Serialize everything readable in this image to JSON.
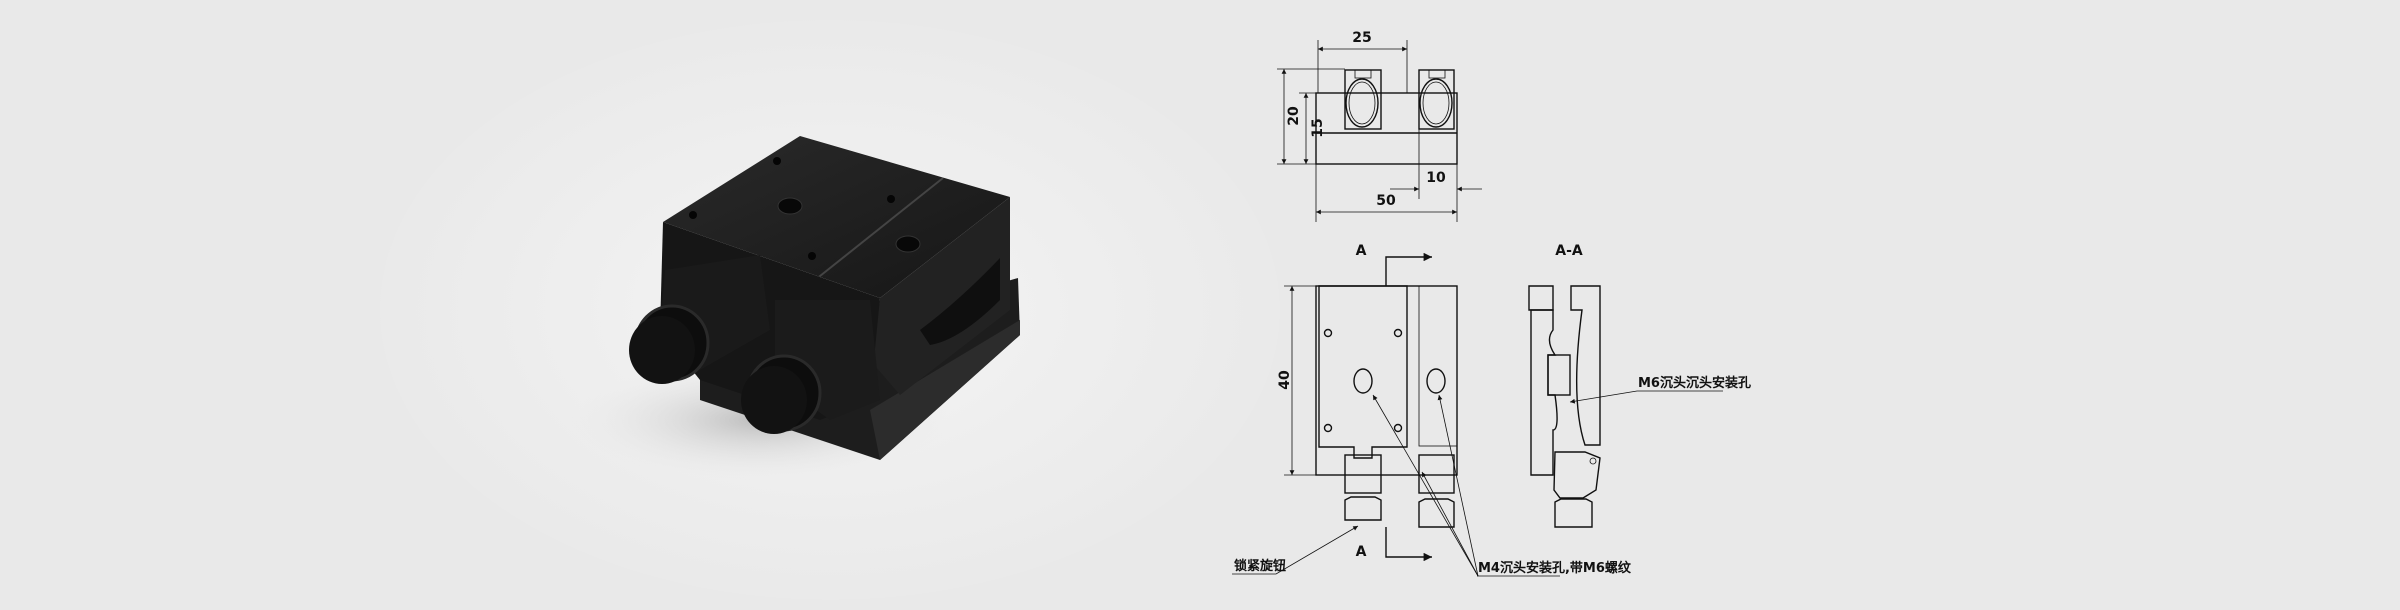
{
  "product_render": {
    "subject": "knob-locking-slide-mount",
    "knob_count": 2
  },
  "top_view": {
    "dimensions": {
      "width_top": "25",
      "height_total": "20",
      "height_body": "15",
      "width_total": "50",
      "offset": "10"
    }
  },
  "front_view": {
    "section_label_top": "A",
    "section_label_bottom": "A",
    "dimension_height": "40"
  },
  "section_view": {
    "title": "A-A"
  },
  "callouts": {
    "lock_knob": "锁紧旋钮",
    "m4_holes": "M4沉头安装孔,带M6螺纹",
    "m6_hole": "M6沉头沉头安装孔"
  },
  "colors": {
    "background": "#e9e9e9",
    "line": "#111111",
    "metal": "#1c1c1c"
  }
}
